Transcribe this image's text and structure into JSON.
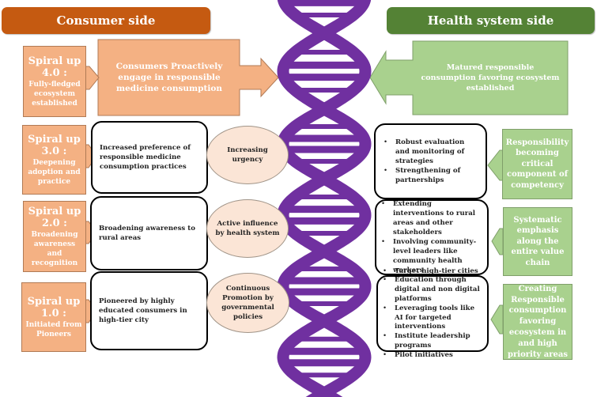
{
  "headers": {
    "consumer": "Consumer side",
    "health": "Health system side"
  },
  "colors": {
    "consumer_header": "#c55a11",
    "health_header": "#548235",
    "consumer_box": "#f4b183",
    "health_box": "#a9d18e",
    "ellipse": "#fbe5d6",
    "dna": "#7030a0"
  },
  "consumer": {
    "spirals": [
      {
        "title": "Spiral up",
        "version": "4.0 :",
        "subtitle": "Fully-fledged ecosystem established"
      },
      {
        "title": "Spiral up",
        "version": "3.0 :",
        "subtitle": "Deepening adoption and practice"
      },
      {
        "title": "Spiral up",
        "version": "2.0 :",
        "subtitle": "Broadening awareness and recognition"
      },
      {
        "title": "Spiral up",
        "version": "1.0 :",
        "subtitle": "Initiated from Pioneers"
      }
    ],
    "top_box": "Consumers Proactively engage in responsible medicine consumption",
    "stages": [
      "Increased preference of responsible medicine consumption practices",
      "Broadening awareness to rural areas",
      "Pioneered by highly educated consumers in high-tier city"
    ],
    "drivers": [
      "Increasing urgency",
      "Active influence by health system",
      "Continuous Promotion by governmental policies"
    ]
  },
  "health": {
    "top_box": "Matured responsible consumption favoring ecosystem established",
    "actions": [
      [
        "Robust evaluation and monitoring of strategies",
        "Strengthening of partnerships"
      ],
      [
        "Extending interventions to rural areas and other stakeholders",
        "Involving community-level leaders like community health workers"
      ],
      [
        "Target high-tier cities",
        "Education through digital and  non digital platforms",
        "Leveraging tools like AI for targeted interventions",
        "Institute leadership programs",
        "Pilot initiatives"
      ]
    ],
    "goals": [
      "Responsibility becoming critical component of competency",
      "Systematic emphasis along the entire value chain",
      "Creating Responsible consumption favoring ecosystem in and high priority areas"
    ]
  }
}
